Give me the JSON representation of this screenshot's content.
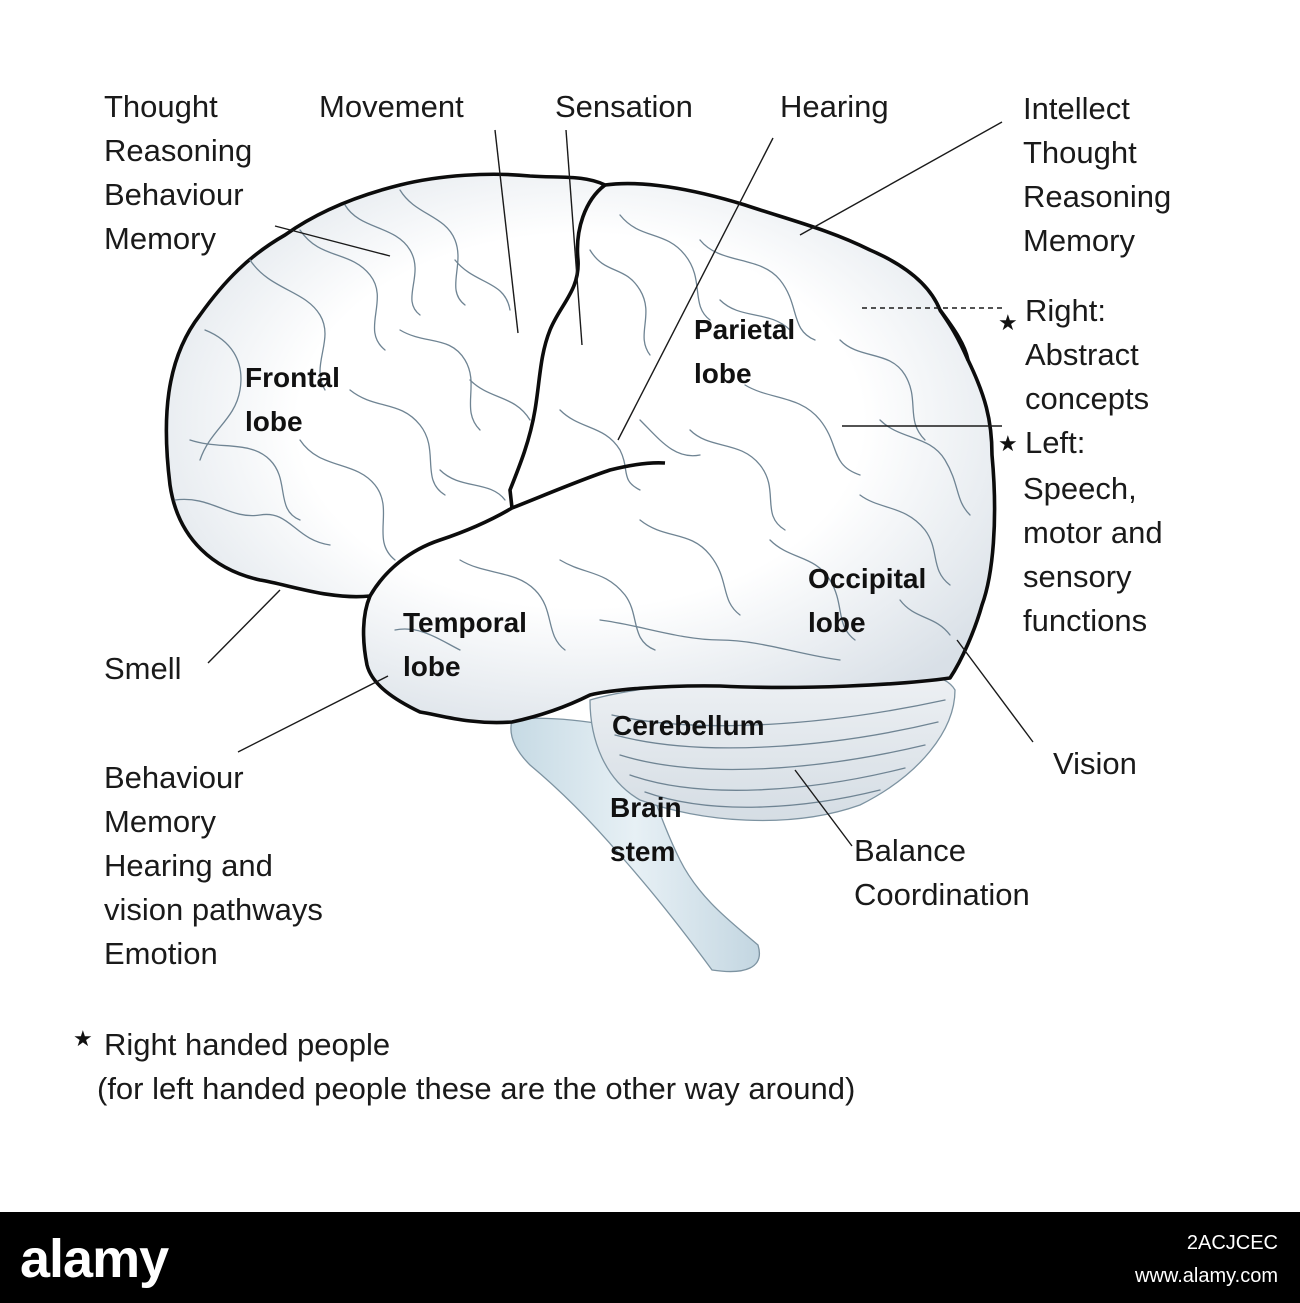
{
  "labels": {
    "frontal_functions": [
      "Thought",
      "Reasoning",
      "Behaviour",
      "Memory"
    ],
    "movement": "Movement",
    "sensation": "Sensation",
    "hearing": "Hearing",
    "parietal_functions": [
      "Intellect",
      "Thought",
      "Reasoning",
      "Memory"
    ],
    "right_side": [
      "Right:",
      "Abstract",
      "concepts"
    ],
    "left_side": [
      "Left:",
      "Speech,",
      "motor and",
      "sensory",
      "functions"
    ],
    "smell": "Smell",
    "vision": "Vision",
    "temporal_functions": [
      "Behaviour",
      "Memory",
      "Hearing and",
      "vision pathways",
      "Emotion"
    ],
    "cerebellum_functions": [
      "Balance",
      "Coordination"
    ]
  },
  "lobes": {
    "frontal": [
      "Frontal",
      "lobe"
    ],
    "parietal": [
      "Parietal",
      "lobe"
    ],
    "temporal": [
      "Temporal",
      "lobe"
    ],
    "occipital": [
      "Occipital",
      "lobe"
    ],
    "cerebellum": "Cerebellum",
    "brain_stem": [
      "Brain",
      "stem"
    ]
  },
  "footnote": {
    "marker": "★",
    "line1": "Right handed people",
    "line2": "(for left handed people these are the other way around)"
  },
  "footer": {
    "logo": "alamy",
    "image_id": "2ACJCEC",
    "site": "www.alamy.com"
  },
  "colors": {
    "brain_fill": "#f4f6f8",
    "brain_shade": "#dfe5eb",
    "stem_fill": "#c9dce6",
    "cerebellum_fill": "#e3e8ec",
    "sulcus": "#6f8493",
    "footer_bar": "#000000"
  }
}
